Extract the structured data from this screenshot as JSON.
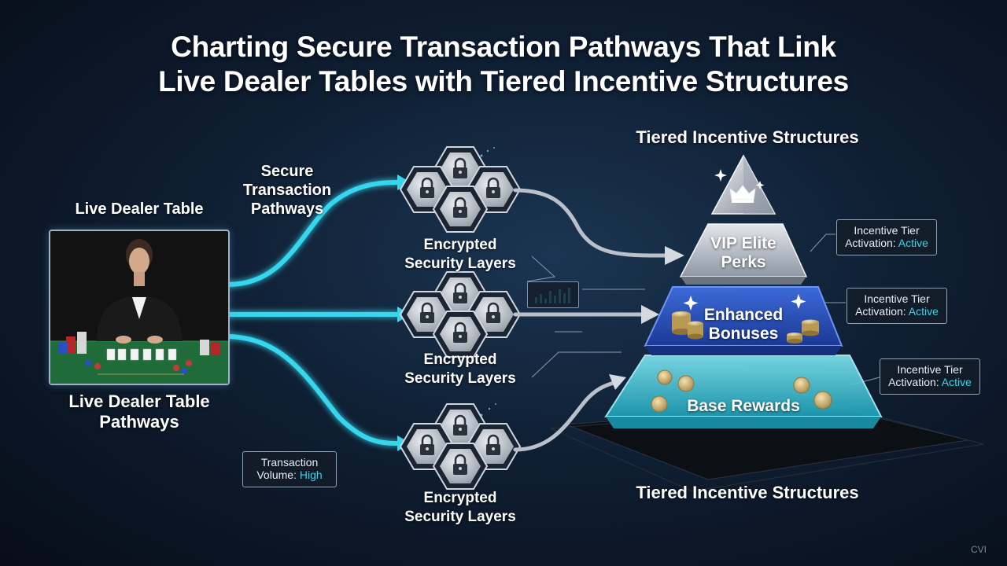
{
  "title": {
    "line1": "Charting Secure Transaction Pathways That Link",
    "line2": "Live Dealer Tables with Tiered Incentive Structures"
  },
  "dealer": {
    "top_label": "Live Dealer Table",
    "bottom_label_line1": "Live Dealer Table",
    "bottom_label_line2": "Pathways"
  },
  "pathways_label": {
    "line1": "Secure",
    "line2": "Transaction",
    "line3": "Pathways"
  },
  "security_layers": [
    {
      "line1": "Encrypted",
      "line2": "Security Layers"
    },
    {
      "line1": "Encrypted",
      "line2": "Security Layers"
    },
    {
      "line1": "Encrypted",
      "line2": "Security Layers"
    }
  ],
  "transaction_box": {
    "line1": "Transaction",
    "prefix": "Volume: ",
    "value": "High"
  },
  "incentives": {
    "top_label": "Tiered Incentive Structures",
    "bottom_label": "Tiered Incentive Structures",
    "tiers": [
      {
        "line1": "VIP Elite",
        "line2": "Perks"
      },
      {
        "line1": "Enhanced",
        "line2": "Bonuses"
      },
      {
        "line1": "Base Rewards",
        "line2": ""
      }
    ],
    "activation_boxes": [
      {
        "line1": "Incentive Tier",
        "prefix": "Activation: ",
        "value": "Active"
      },
      {
        "line1": "Incentive Tier",
        "prefix": "Activation: ",
        "value": "Active"
      },
      {
        "line1": "Incentive Tier",
        "prefix": "Activation: ",
        "value": "Active"
      }
    ]
  },
  "watermark": "CVI",
  "colors": {
    "background": "#0f1f33",
    "pathway_glow": "#35d6ee",
    "vip_tier": "#c9ced6",
    "enhanced_tier": "#2f55c8",
    "base_tier": "#46c9dc",
    "highlight_text": "#35d6ee"
  },
  "icons": [
    "lock-icon",
    "crown-icon",
    "coin-stack-icon",
    "sparkle-icon",
    "arrow-icon"
  ]
}
